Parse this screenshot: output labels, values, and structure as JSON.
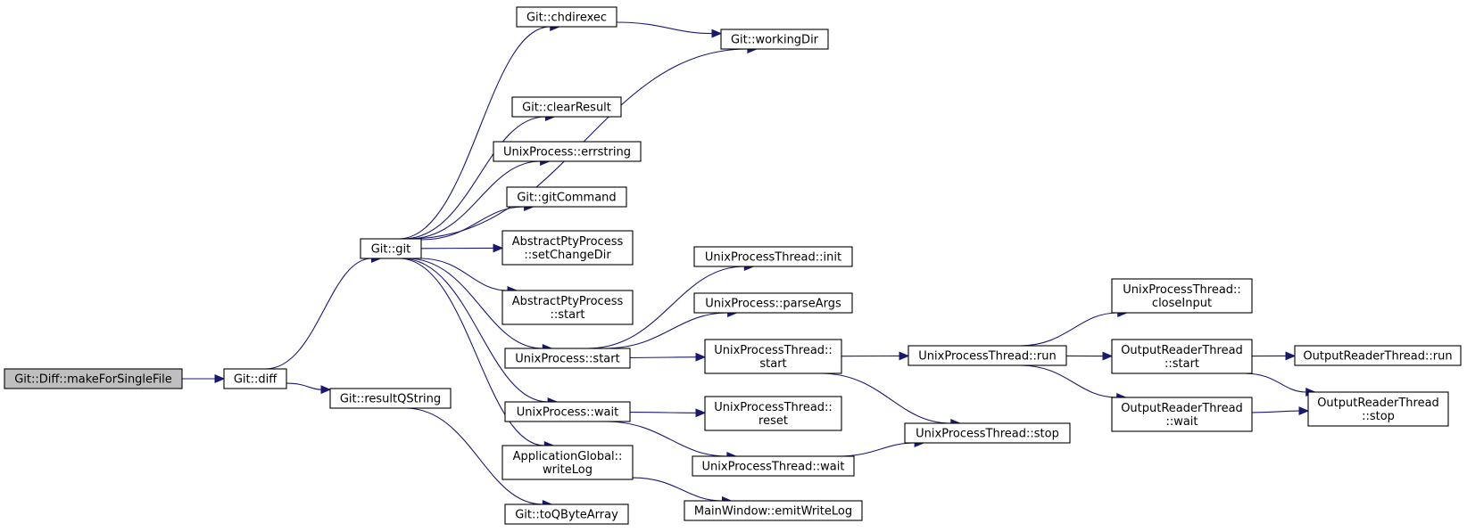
{
  "nodes": [
    {
      "id": "makeForSingleFile",
      "lines": [
        "Git::Diff::makeForSingleFile"
      ],
      "root": true
    },
    {
      "id": "diff",
      "lines": [
        "Git::diff"
      ]
    },
    {
      "id": "git",
      "lines": [
        "Git::git"
      ]
    },
    {
      "id": "resultQString",
      "lines": [
        "Git::resultQString"
      ]
    },
    {
      "id": "chdirexec",
      "lines": [
        "Git::chdirexec"
      ]
    },
    {
      "id": "workingDir",
      "lines": [
        "Git::workingDir"
      ]
    },
    {
      "id": "clearResult",
      "lines": [
        "Git::clearResult"
      ]
    },
    {
      "id": "errstring",
      "lines": [
        "UnixProcess::errstring"
      ]
    },
    {
      "id": "gitCommand",
      "lines": [
        "Git::gitCommand"
      ]
    },
    {
      "id": "setChangeDir",
      "lines": [
        "AbstractPtyProcess",
        "::setChangeDir"
      ]
    },
    {
      "id": "aptyStart",
      "lines": [
        "AbstractPtyProcess",
        "::start"
      ]
    },
    {
      "id": "upStart",
      "lines": [
        "UnixProcess::start"
      ]
    },
    {
      "id": "upWait",
      "lines": [
        "UnixProcess::wait"
      ]
    },
    {
      "id": "writeLog",
      "lines": [
        "ApplicationGlobal::",
        "writeLog"
      ]
    },
    {
      "id": "toQByteArray",
      "lines": [
        "Git::toQByteArray"
      ]
    },
    {
      "id": "uptInit",
      "lines": [
        "UnixProcessThread::init"
      ]
    },
    {
      "id": "parseArgs",
      "lines": [
        "UnixProcess::parseArgs"
      ]
    },
    {
      "id": "uptStart",
      "lines": [
        "UnixProcessThread::",
        "start"
      ]
    },
    {
      "id": "uptReset",
      "lines": [
        "UnixProcessThread::",
        "reset"
      ]
    },
    {
      "id": "uptWait",
      "lines": [
        "UnixProcessThread::wait"
      ]
    },
    {
      "id": "emitWriteLog",
      "lines": [
        "MainWindow::emitWriteLog"
      ]
    },
    {
      "id": "uptRun",
      "lines": [
        "UnixProcessThread::run"
      ]
    },
    {
      "id": "uptStop",
      "lines": [
        "UnixProcessThread::stop"
      ]
    },
    {
      "id": "closeInput",
      "lines": [
        "UnixProcessThread::",
        "closeInput"
      ]
    },
    {
      "id": "ortStart",
      "lines": [
        "OutputReaderThread",
        "::start"
      ]
    },
    {
      "id": "ortWait",
      "lines": [
        "OutputReaderThread",
        "::wait"
      ]
    },
    {
      "id": "ortRun",
      "lines": [
        "OutputReaderThread::run"
      ]
    },
    {
      "id": "ortStop",
      "lines": [
        "OutputReaderThread",
        "::stop"
      ]
    }
  ],
  "edges": [
    [
      "makeForSingleFile",
      "diff"
    ],
    [
      "diff",
      "git"
    ],
    [
      "diff",
      "resultQString"
    ],
    [
      "git",
      "chdirexec"
    ],
    [
      "git",
      "workingDir"
    ],
    [
      "git",
      "clearResult"
    ],
    [
      "git",
      "errstring"
    ],
    [
      "git",
      "gitCommand"
    ],
    [
      "git",
      "setChangeDir"
    ],
    [
      "git",
      "aptyStart"
    ],
    [
      "git",
      "upStart"
    ],
    [
      "git",
      "upWait"
    ],
    [
      "git",
      "writeLog"
    ],
    [
      "chdirexec",
      "workingDir"
    ],
    [
      "resultQString",
      "toQByteArray"
    ],
    [
      "upStart",
      "uptInit"
    ],
    [
      "upStart",
      "parseArgs"
    ],
    [
      "upStart",
      "uptStart"
    ],
    [
      "upWait",
      "uptReset"
    ],
    [
      "upWait",
      "uptWait"
    ],
    [
      "writeLog",
      "emitWriteLog"
    ],
    [
      "uptStart",
      "uptRun"
    ],
    [
      "uptStart",
      "uptStop"
    ],
    [
      "uptWait",
      "uptStop"
    ],
    [
      "uptRun",
      "closeInput"
    ],
    [
      "uptRun",
      "ortStart"
    ],
    [
      "uptRun",
      "ortWait"
    ],
    [
      "ortStart",
      "ortRun"
    ],
    [
      "ortStart",
      "ortStop"
    ],
    [
      "ortWait",
      "ortStop"
    ]
  ],
  "colors": {
    "edge": "#191970",
    "root_fill": "#bfbfbf",
    "node_fill": "#ffffff",
    "node_stroke": "#000000"
  }
}
